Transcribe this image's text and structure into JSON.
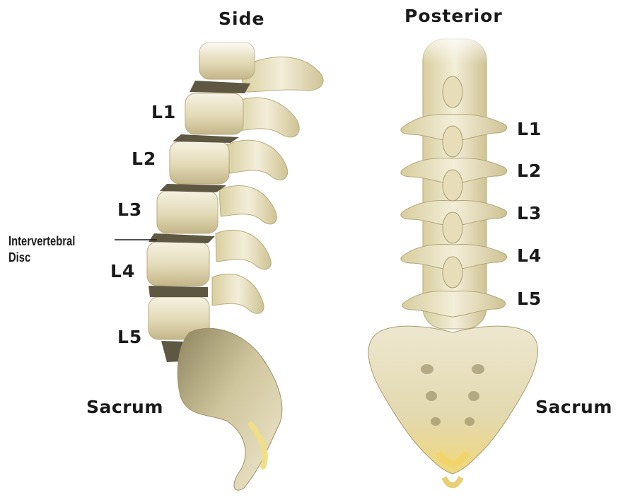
{
  "views": {
    "side": {
      "title": "Side",
      "vertebrae": [
        "L1",
        "L2",
        "L3",
        "L4",
        "L5"
      ],
      "disc_label_line1": "Intervertebral",
      "disc_label_line2": "Disc",
      "sacrum": "Sacrum"
    },
    "posterior": {
      "title": "Posterior",
      "vertebrae": [
        "L1",
        "L2",
        "L3",
        "L4",
        "L5"
      ],
      "sacrum": "Sacrum"
    }
  },
  "colors": {
    "bone_light": "#f2eddb",
    "bone_mid": "#ddd3ad",
    "bone_shadow": "#a89c72",
    "bone_highlight": "#f4e39a",
    "disc": "#5e5843",
    "label": "#1a1a1a"
  }
}
